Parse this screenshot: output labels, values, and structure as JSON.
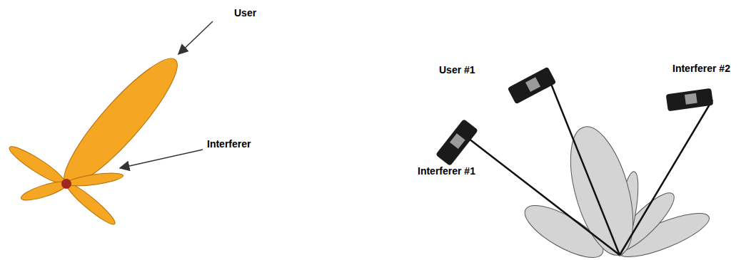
{
  "diagram": {
    "labels": [
      "User",
      "Interferer",
      "User #1",
      "Interferer #2",
      "Interferer #1"
    ]
  }
}
